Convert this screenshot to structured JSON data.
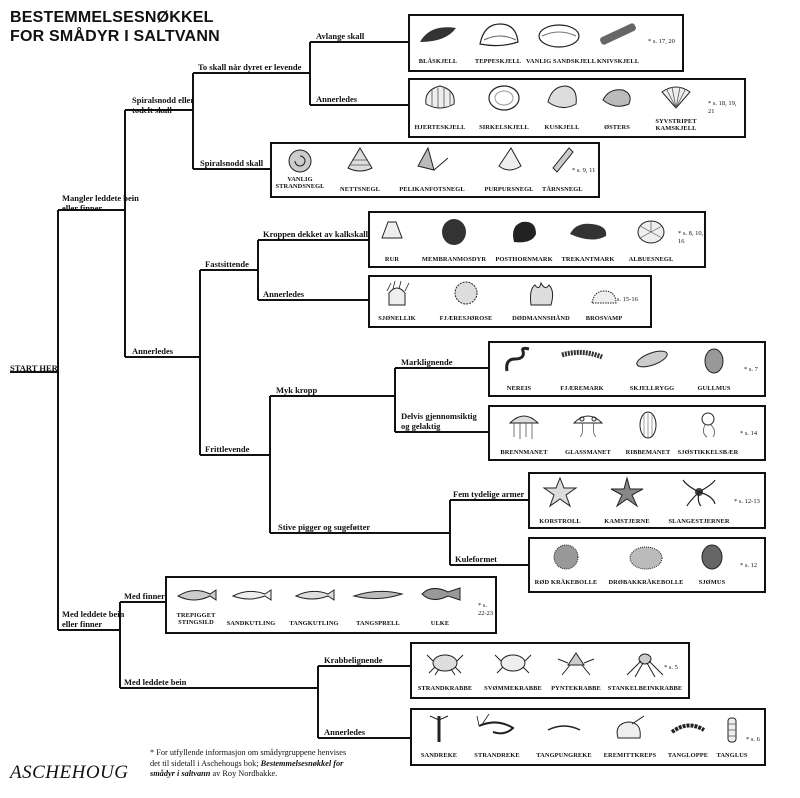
{
  "title": [
    "BESTEMMELSESNØKKEL",
    "FOR SMÅDYR I SALTVANN"
  ],
  "nodes": {
    "start": "START HER",
    "mangler": [
      "Mangler leddete bein",
      "eller finner"
    ],
    "med_leddete_finner": [
      "Med leddete bein",
      "eller finner"
    ],
    "spiralsnodd_delt": [
      "Spiralsnodd eller",
      "todelt skall"
    ],
    "annerledes_top": "Annerledes",
    "to_skall": "To skall når dyret er levende",
    "spiralsnodd_skall": "Spiralsnodd skall",
    "avlange": "Avlange skall",
    "annerledes_skall": "Annerledes",
    "fastsittende": "Fastsittende",
    "frittlevende": "Frittlevende",
    "kalkskall": "Kroppen dekket av kalkskall",
    "annerledes_fast": "Annerledes",
    "myk_kropp": "Myk kropp",
    "stive_pigger": "Stive pigger og sugeføtter",
    "marklignende": "Marklignende",
    "gjennomsiktig": [
      "Delvis gjennomsiktig",
      "og gelaktig"
    ],
    "fem_armer": "Fem tydelige armer",
    "kuleformet": "Kuleformet",
    "med_finner": "Med finner",
    "med_leddete_bein": "Med leddete bein",
    "krabbelignende": "Krabbelignende",
    "annerledes_bein": "Annerledes"
  },
  "boxes": [
    {
      "id": "avlange",
      "ref": "* s. 17, 20",
      "organisms": [
        "BLÅSKJELL",
        "TEPPESKJELL",
        "VANLIG SANDSKJELL",
        "KNIVSKJELL"
      ]
    },
    {
      "id": "annerledes_skall",
      "ref": "* s. 18, 19, 21",
      "organisms": [
        "HJERTESKJELL",
        "SIRKELSKJELL",
        "KUSKJELL",
        "ØSTERS",
        "SYVSTRIPET KAMSKJELL"
      ]
    },
    {
      "id": "spiralsnodd",
      "ref": "* s. 9, 11",
      "organisms": [
        "VANLIG STRANDSNEGL",
        "NETTSNEGL",
        "PELIKANFOTSNEGL",
        "PURPURSNEGL",
        "TÅRNSNEGL"
      ]
    },
    {
      "id": "kalkskall",
      "ref": "* s. 8, 10, 16",
      "organisms": [
        "RUR",
        "MEMBRANMOSDYR",
        "POSTHORNMARK",
        "TREKANTMARK",
        "ALBUESNEGL"
      ]
    },
    {
      "id": "annerledes_fast",
      "ref": "* s. 15-16",
      "organisms": [
        "SJØNELLIK",
        "FJÆRESJØROSE",
        "DØDMANNSHÅND",
        "BROSVAMP"
      ]
    },
    {
      "id": "marklignende",
      "ref": "* s. 7",
      "organisms": [
        "NEREIS",
        "FJÆREMARK",
        "SKJELLRYGG",
        "GULLMUS"
      ]
    },
    {
      "id": "gjennomsiktig",
      "ref": "* s. 14",
      "organisms": [
        "BRENNMANET",
        "GLASSMANET",
        "RIBBEMANET",
        "SJØSTIKKELSBÆR"
      ]
    },
    {
      "id": "fem_armer",
      "ref": "* s. 12-13",
      "organisms": [
        "KORSTROLL",
        "KAMSTJERNE",
        "SLANGESTJERNER"
      ]
    },
    {
      "id": "kuleformet",
      "ref": "* s. 12",
      "organisms": [
        "RØD KRÅKEBOLLE",
        "DRØBAKKRÅKEBOLLE",
        "SJØMUS"
      ]
    },
    {
      "id": "finner",
      "ref": "* s. 22-23",
      "organisms": [
        "TREPIGGET STINGSILD",
        "SANDKUTLING",
        "TANGKUTLING",
        "TANGSPRELL",
        "ULKE"
      ]
    },
    {
      "id": "krabbe",
      "ref": "* s. 5",
      "organisms": [
        "STRANDKRABBE",
        "SVØMMEKRABBE",
        "PYNTEKRABBE",
        "STANKELBEINKRABBE"
      ]
    },
    {
      "id": "annerledes_bein",
      "ref": "* s. 6",
      "organisms": [
        "SANDREKE",
        "STRANDREKE",
        "TANGPUNGREKE",
        "EREMITTKREPS",
        "TANGLOPPE",
        "TANGLUS"
      ]
    }
  ],
  "footnote": [
    "* For utfyllende informasjon om smådyrgruppene henvises",
    "det til sidetall i Aschehougs bok; ",
    "Bestemmelsesnøkkel for smådyr i saltvann",
    " av Roy Nordbakke."
  ],
  "publisher": "ASCHEHOUG"
}
